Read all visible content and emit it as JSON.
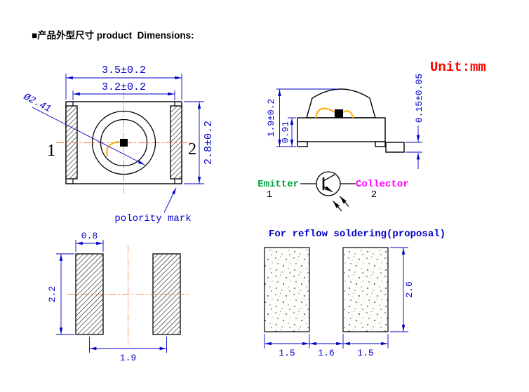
{
  "page": {
    "header": "■产品外型尺寸 product  Dimensions:",
    "unit_label": "Unit:mm"
  },
  "colors": {
    "dimension_blue": "#0000c8",
    "centerline_orange": "#ff8050",
    "unit_red": "#ff0000",
    "emitter_green": "#00a040",
    "collector_magenta": "#ff00ff",
    "bond_wire_orange": "#ffaa00"
  },
  "top_view": {
    "dim_outer_width": "3.5±0.2",
    "dim_body_width": "3.2±0.2",
    "dim_height": "2.8±0.2",
    "dim_lens_diameter": "Ø2.41",
    "pin1": "1",
    "pin2": "2",
    "polarity_note": "polority mark"
  },
  "side_view": {
    "dim_total_height": "1.9±0.2",
    "dim_base_height": "0.91",
    "dim_terminal_thickness": "0.15±0.05"
  },
  "circuit": {
    "emitter_label": "Emitter",
    "collector_label": "Collector",
    "pin1": "1",
    "pin2": "2"
  },
  "footprint": {
    "dim_pad_width": "0.8",
    "dim_pad_height": "2.2",
    "dim_pad_pitch": "1.9"
  },
  "reflow": {
    "title": "For reflow soldering(proposal)",
    "dim_left_pad_width": "1.5",
    "dim_gap": "1.6",
    "dim_right_pad_width": "1.5",
    "dim_pad_height": "2.6"
  }
}
